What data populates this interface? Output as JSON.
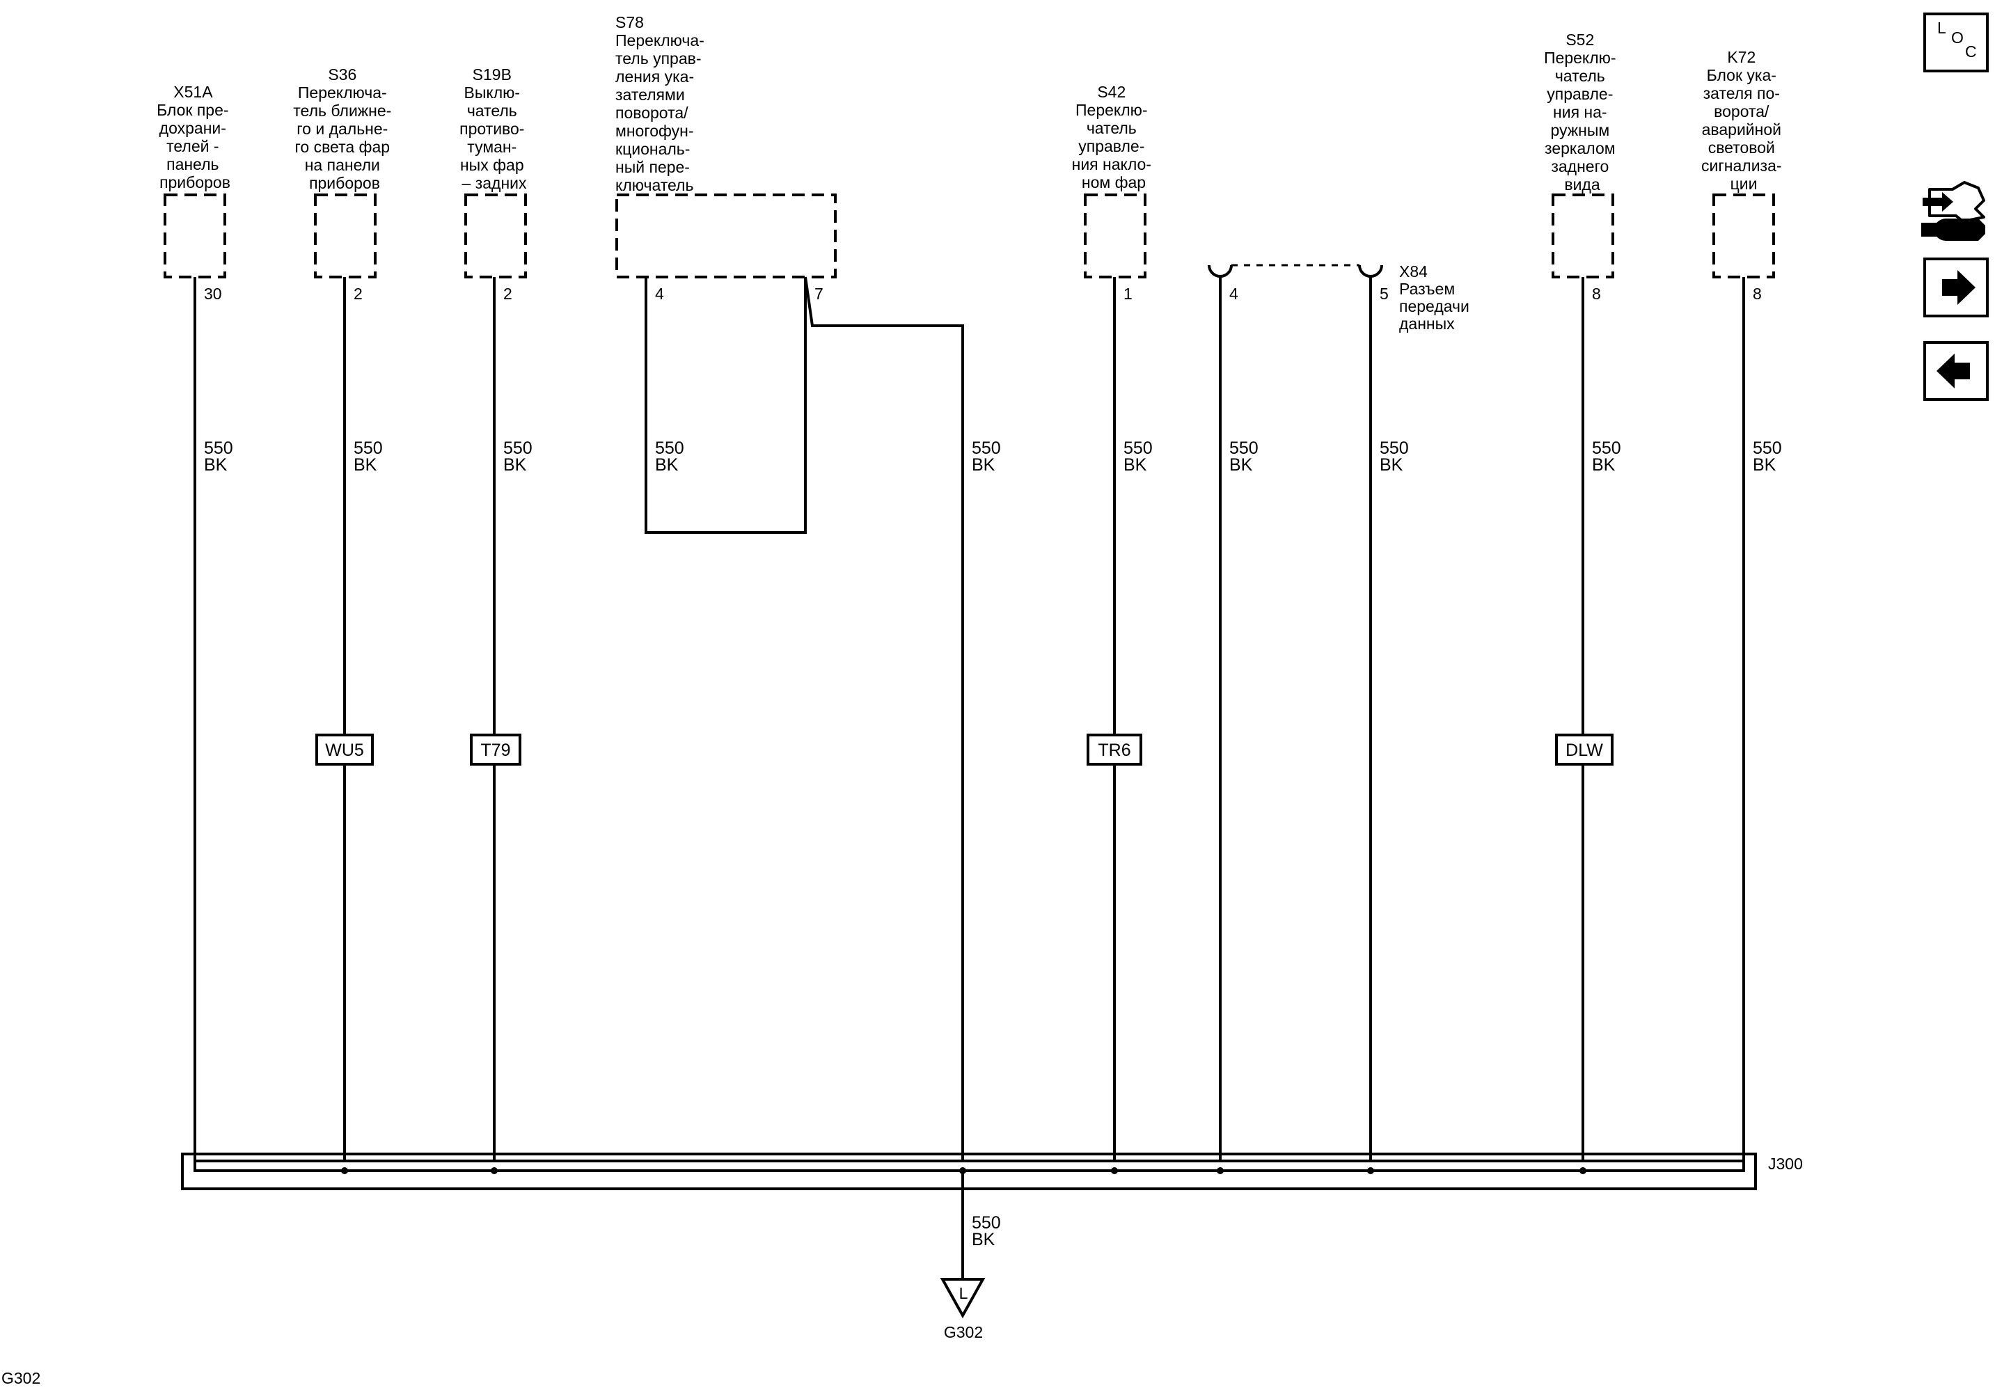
{
  "components": [
    {
      "id": "X51A",
      "lines": [
        "X51A",
        "Блок пре-",
        "дохрани-",
        "телей -",
        "панель",
        "приборов"
      ],
      "pin": "30"
    },
    {
      "id": "S36",
      "lines": [
        "S36",
        "Переключа-",
        "тель ближне-",
        "го и дальне-",
        "го света фар",
        "на панели",
        "приборов"
      ],
      "pin": "2"
    },
    {
      "id": "S19B",
      "lines": [
        "S19B",
        "Выклю-",
        "чатель",
        "противо-",
        "туман-",
        "ных фар",
        "– задних"
      ],
      "pin": "2"
    },
    {
      "id": "S78",
      "lines": [
        "S78",
        "Переключа-",
        "тель управ-",
        "ления ука-",
        "зателями",
        "поворота/",
        "многофун-",
        "кциональ-",
        "ный пере-",
        "ключатель"
      ],
      "pins": [
        "4",
        "7"
      ]
    },
    {
      "id": "S42",
      "lines": [
        "S42",
        "Переклю-",
        "чатель",
        "управле-",
        "ния накло-",
        "ном фар"
      ],
      "pin": "1"
    },
    {
      "id": "X84",
      "lines": [
        "X84",
        "Разъем",
        "передачи",
        "данных"
      ],
      "pins": [
        "4",
        "5"
      ]
    },
    {
      "id": "S52",
      "lines": [
        "S52",
        "Переклю-",
        "чатель",
        "управле-",
        "ния на-",
        "ружным",
        "зеркалом",
        "заднего",
        "вида"
      ],
      "pin": "8"
    },
    {
      "id": "K72",
      "lines": [
        "K72",
        "Блок ука-",
        "зателя по-",
        "ворота/",
        "аварийной",
        "световой",
        "сигнализа-",
        "ции"
      ],
      "pin": "8"
    }
  ],
  "wire": {
    "circuit": "550",
    "color": "BK"
  },
  "options": [
    "WU5",
    "T79",
    "TR6",
    "DLW"
  ],
  "splice": "J300",
  "ground": {
    "id": "G302",
    "symbol": "L"
  },
  "footer": "G302",
  "nav": {
    "loc_l": "L",
    "loc_o": "O",
    "loc_c": "C"
  },
  "icons": [
    "loc-icon",
    "connector-tool-icon",
    "arrow-right-icon",
    "arrow-left-icon"
  ]
}
